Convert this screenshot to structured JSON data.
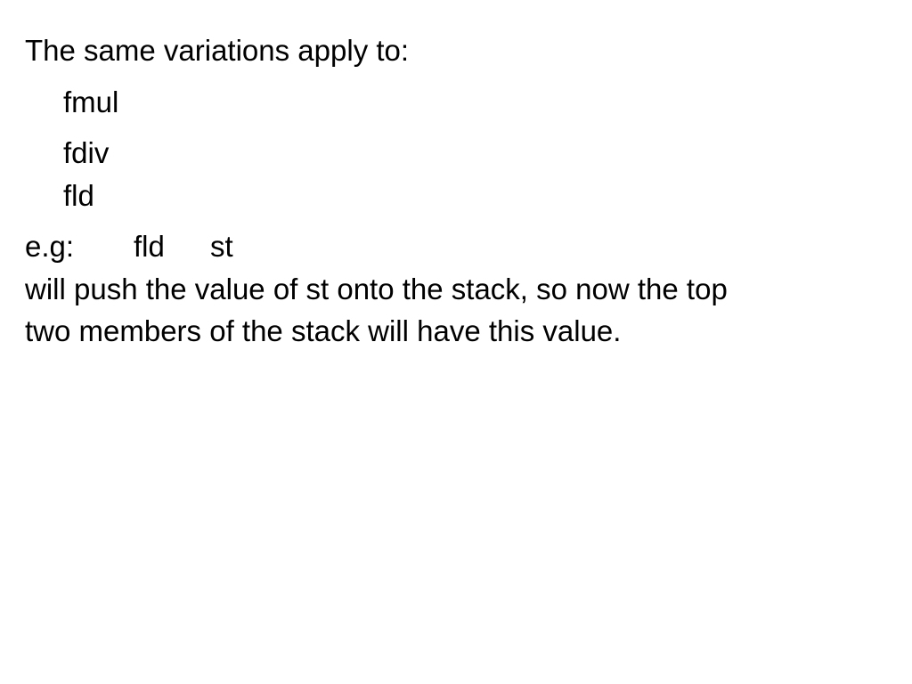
{
  "intro": "The same variations apply to:",
  "instructions": [
    "fmul",
    "fdiv",
    "fld"
  ],
  "example": {
    "label": "e.g:",
    "instruction": "fld",
    "operand": "st"
  },
  "explanation": [
    "will push the value of st onto the stack, so now the top",
    "two members of the stack will have this value."
  ]
}
